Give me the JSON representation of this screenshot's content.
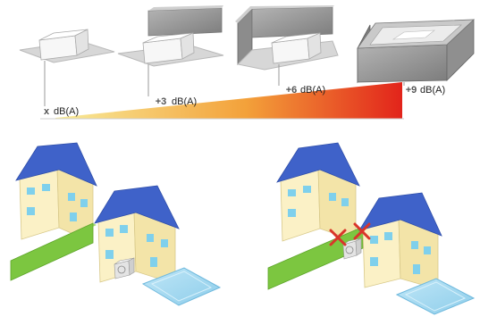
{
  "top_panel": {
    "stages": [
      {
        "id": "no-wall",
        "label": "dB(A)",
        "symbol": "x"
      },
      {
        "id": "one-wall",
        "label": "dB(A)",
        "symbol": "+3"
      },
      {
        "id": "two-walls",
        "label": "dB(A)",
        "symbol": "+6"
      },
      {
        "id": "three-walls",
        "label": "dB(A)",
        "symbol": "+9"
      }
    ],
    "gradient_colors": {
      "start": "#f6e38a",
      "mid": "#f39a2b",
      "end": "#e3261d"
    }
  },
  "bottom_panel": {
    "left_scene": {
      "description_marks": "unit beside fence, no reflection"
    },
    "right_scene": {
      "cross_marks": [
        "x",
        "x"
      ]
    }
  },
  "colors": {
    "roof": "#3f62c9",
    "wall": "#fbf1c6",
    "window": "#7fd0ec",
    "fence": "#7cc640",
    "pool": "#a7dcf2",
    "cross": "#d9352a",
    "platform": "#d2d2d2",
    "box_wall": "#9a9a9a"
  }
}
